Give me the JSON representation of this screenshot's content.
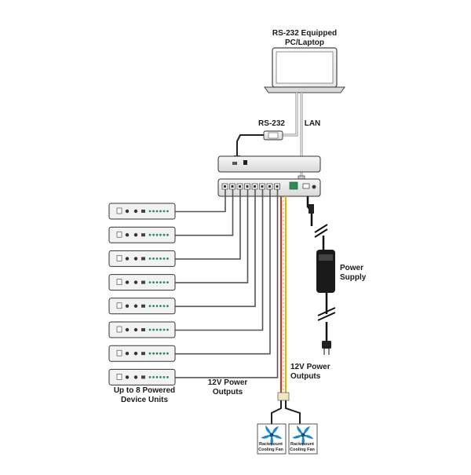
{
  "labels": {
    "pc": [
      "RS-232 Equipped",
      "PC/Laptop"
    ],
    "rs232": "RS-232",
    "lan": "LAN",
    "power_supply": [
      "Power",
      "Supply"
    ],
    "power_out_right": [
      "12V Power",
      "Outputs"
    ],
    "power_out_left": [
      "12V Power",
      "Outputs"
    ],
    "devices": [
      "Up to 8 Powered",
      "Device Units"
    ],
    "fan": [
      "Rackmount",
      "Cooling Fan"
    ]
  },
  "device_count": 8,
  "fan_count": 2,
  "colors": {
    "line": "#555555",
    "device_fill": "#f2f2f2",
    "device_stroke": "#333333",
    "accent_green": "#2e8b57",
    "cable_red": "#c0392b",
    "cable_yellow": "#e0b400",
    "fan_blue": "#1e88c8"
  }
}
